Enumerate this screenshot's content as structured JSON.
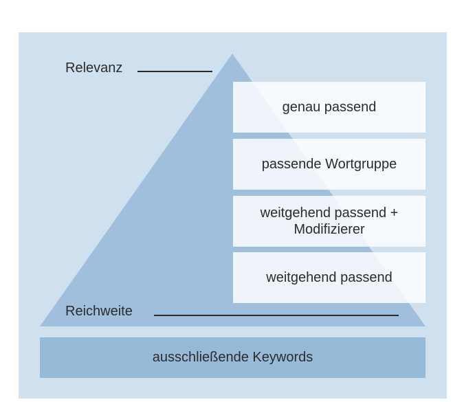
{
  "diagram": {
    "relevance_label": "Relevanz",
    "reach_label": "Reichweite",
    "levels": [
      {
        "label": "genau passend"
      },
      {
        "label": "passende Wortgruppe"
      },
      {
        "label": "weitgehend passend + Modifizierer"
      },
      {
        "label": "weitgehend passend"
      }
    ],
    "exclusion_label": "ausschließende Keywords"
  },
  "colors": {
    "background_panel": "#cfe0ee",
    "pyramid": "#9fbfdc",
    "level_box": "#ffffff",
    "exclusion_bar": "#98bad9",
    "text": "#2b2b2b"
  }
}
